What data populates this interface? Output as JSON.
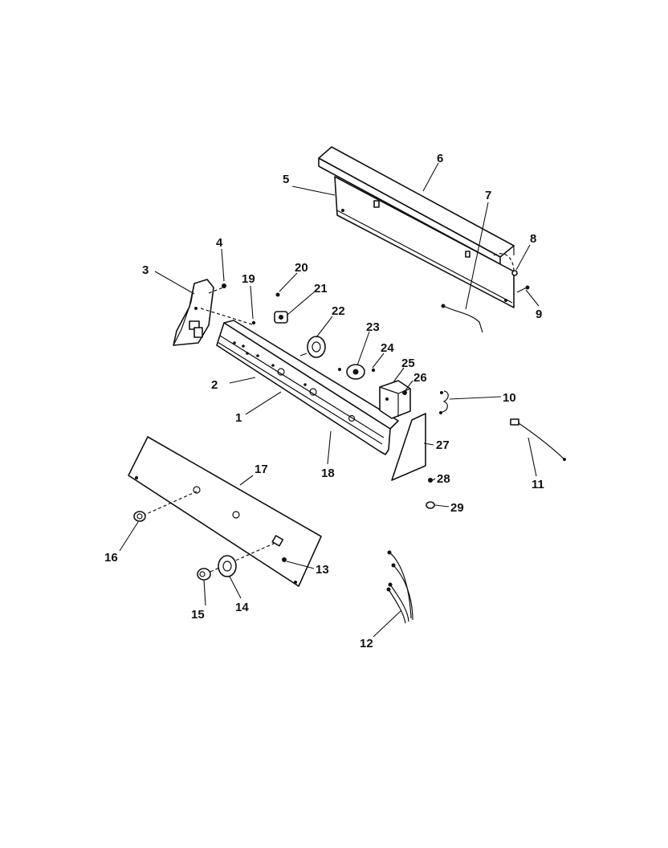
{
  "diagram": {
    "callouts": [
      {
        "id": "1",
        "text": "1"
      },
      {
        "id": "2",
        "text": "2"
      },
      {
        "id": "3",
        "text": "3"
      },
      {
        "id": "4",
        "text": "4"
      },
      {
        "id": "5",
        "text": "5"
      },
      {
        "id": "6",
        "text": "6"
      },
      {
        "id": "7",
        "text": "7"
      },
      {
        "id": "8",
        "text": "8"
      },
      {
        "id": "9",
        "text": "9"
      },
      {
        "id": "10",
        "text": "10"
      },
      {
        "id": "11",
        "text": "11"
      },
      {
        "id": "12",
        "text": "12"
      },
      {
        "id": "13",
        "text": "13"
      },
      {
        "id": "14",
        "text": "14"
      },
      {
        "id": "15",
        "text": "15"
      },
      {
        "id": "16",
        "text": "16"
      },
      {
        "id": "17",
        "text": "17"
      },
      {
        "id": "18",
        "text": "18"
      },
      {
        "id": "19",
        "text": "19"
      },
      {
        "id": "20",
        "text": "20"
      },
      {
        "id": "21",
        "text": "21"
      },
      {
        "id": "22",
        "text": "22"
      },
      {
        "id": "23",
        "text": "23"
      },
      {
        "id": "24",
        "text": "24"
      },
      {
        "id": "25",
        "text": "25"
      },
      {
        "id": "26",
        "text": "26"
      },
      {
        "id": "27",
        "text": "27"
      },
      {
        "id": "28",
        "text": "28"
      },
      {
        "id": "29",
        "text": "29"
      }
    ]
  }
}
